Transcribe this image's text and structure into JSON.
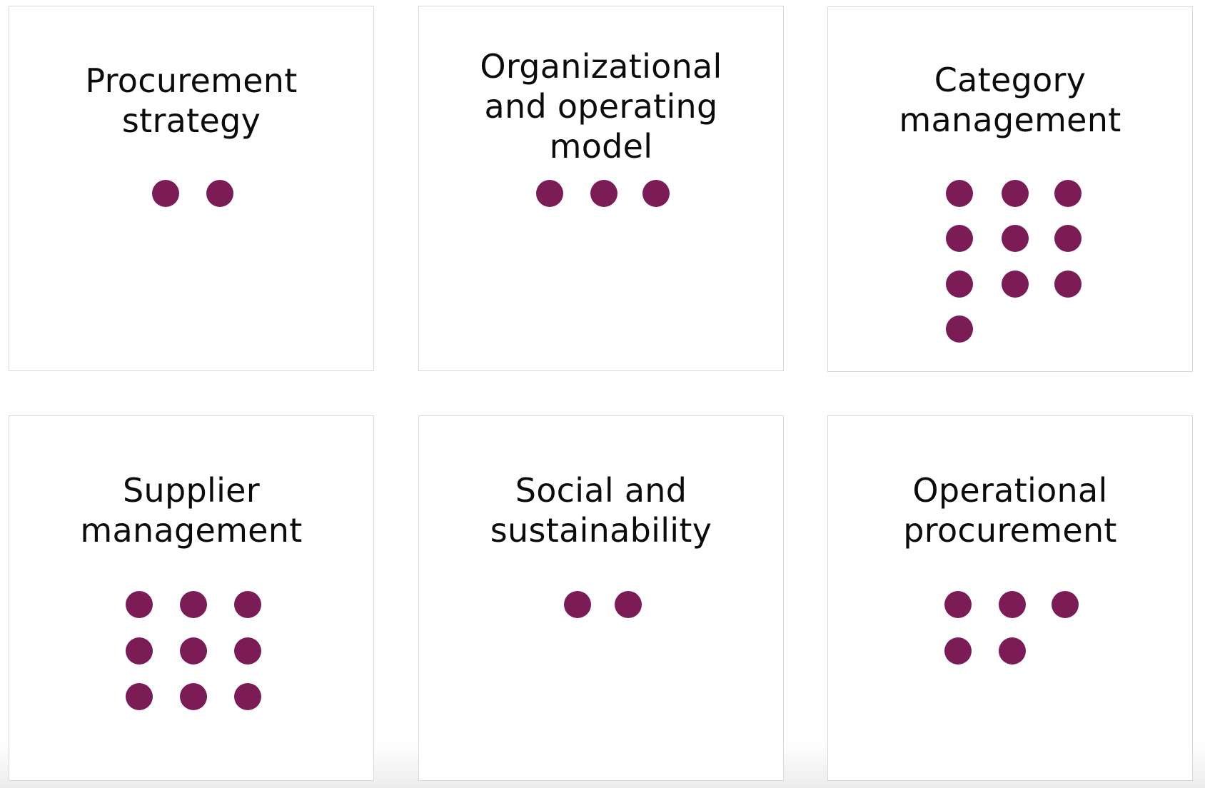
{
  "theme": {
    "dot_color": "#7b1c57",
    "card_border": "#d9d9d9",
    "text_color": "#0b0b0b"
  },
  "cards": [
    {
      "title": "Procurement\nstrategy",
      "dot_count": 2
    },
    {
      "title": "Organizational\nand operating\nmodel",
      "dot_count": 3
    },
    {
      "title": "Category\nmanagement",
      "dot_count": 10
    },
    {
      "title": "Supplier\nmanagement",
      "dot_count": 9
    },
    {
      "title": "Social and\nsustainability",
      "dot_count": 2
    },
    {
      "title": "Operational\nprocurement",
      "dot_count": 5
    }
  ]
}
